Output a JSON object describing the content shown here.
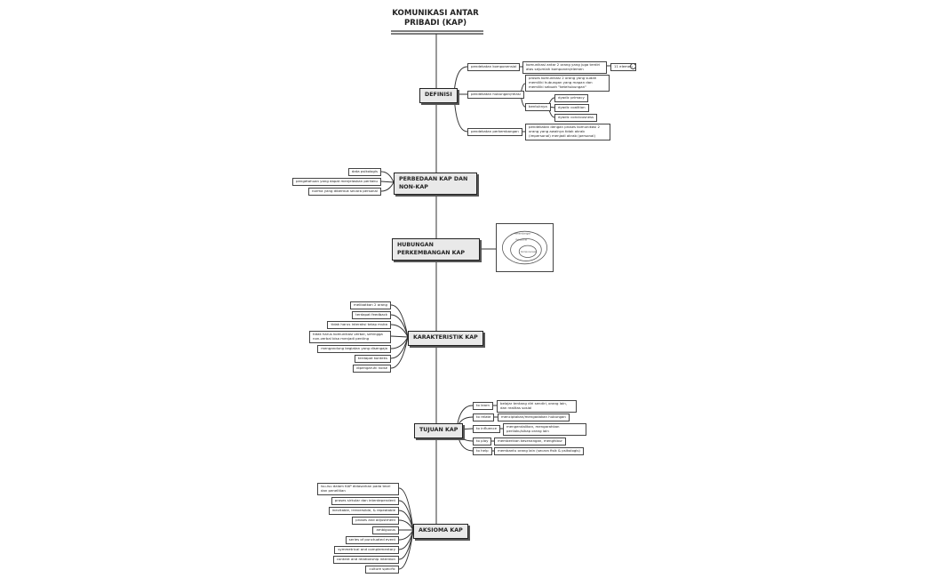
{
  "title": "KOMUNIKASI ANTAR PRIBADI (KAP)",
  "definisi": {
    "label": "DEFINISI",
    "komponensial": {
      "label": "pendekatan komponensial",
      "desc": "komunikasi antar 2 orang yang juga terdiri atas sejumlah komponen/elemen",
      "elemen": "11 elemen"
    },
    "hubungan": {
      "label": "pendekatan hubungan/relasi",
      "desc": "proses komunikasi 2 orang yang sudah memiliki hubungan yang mapan dan memiliki sebuah \"ketehubungan\"",
      "bentuknya": "bentuknya",
      "items": [
        "dyadic primacy",
        "dyadic coalition",
        "dyadic conciousness"
      ]
    },
    "perkembangan": {
      "label": "pendekatan perkembangan",
      "desc": "pendekatan dengan proses komunikasi 2 orang yang awalnya tidak akrab (impersonal) menjadi akrab (personal)"
    }
  },
  "perbedaan": {
    "label": "PERBEDAAN KAP DAN NON-KAP",
    "items": [
      "data psikologis",
      "pengetahuan yang dapat menjelaskan perilaku",
      "norma yang dibentuk secara personal"
    ]
  },
  "hubungan_perkembangan": {
    "label": "HUBUNGAN PERKEMBANGAN KAP",
    "diagram_labels": [
      "Perkembangan",
      "Relasional",
      "Komponensial"
    ]
  },
  "karakteristik": {
    "label": "KARAKTERISTIK KAP",
    "items": [
      "melibatkan 2 orang",
      "terdapat feedback",
      "tidak harus interaksi tatap muka",
      "tidak harus komunikasi verbal, sehingga non-verbal bisa menjadi penting",
      "mengandung kegiatan yang disengaja",
      "terdapat konteks",
      "dipengaruhi noise"
    ]
  },
  "tujuan": {
    "label": "TUJUAN KAP",
    "items": [
      {
        "label": "to learn",
        "desc": "belajar tentang diri sendiri, orang lain, dan realitas sosial"
      },
      {
        "label": "to relate",
        "desc": "menciptakan/mengadakan hubungan"
      },
      {
        "label": "to influence",
        "desc": "mengendalikan, mengarahkan perilaku/sikap orang lain"
      },
      {
        "label": "to play",
        "desc": "memberikan kesenangan, menghibur"
      },
      {
        "label": "to help",
        "desc": "membantu orang lain (secara fisik & psikologis)"
      }
    ]
  },
  "aksioma": {
    "label": "AKSIOMA KAP",
    "items": [
      "isu-isu dalam KAP didasarkan pada teori dan penelitian",
      "proses sirkular dan interdependent",
      "inevitable, irreversible, & repeatable",
      "proses and adjustment",
      "ambiguous",
      "series of punctuated event",
      "symmetrical and complementary",
      "content and relationship intention",
      "culture specific"
    ]
  }
}
